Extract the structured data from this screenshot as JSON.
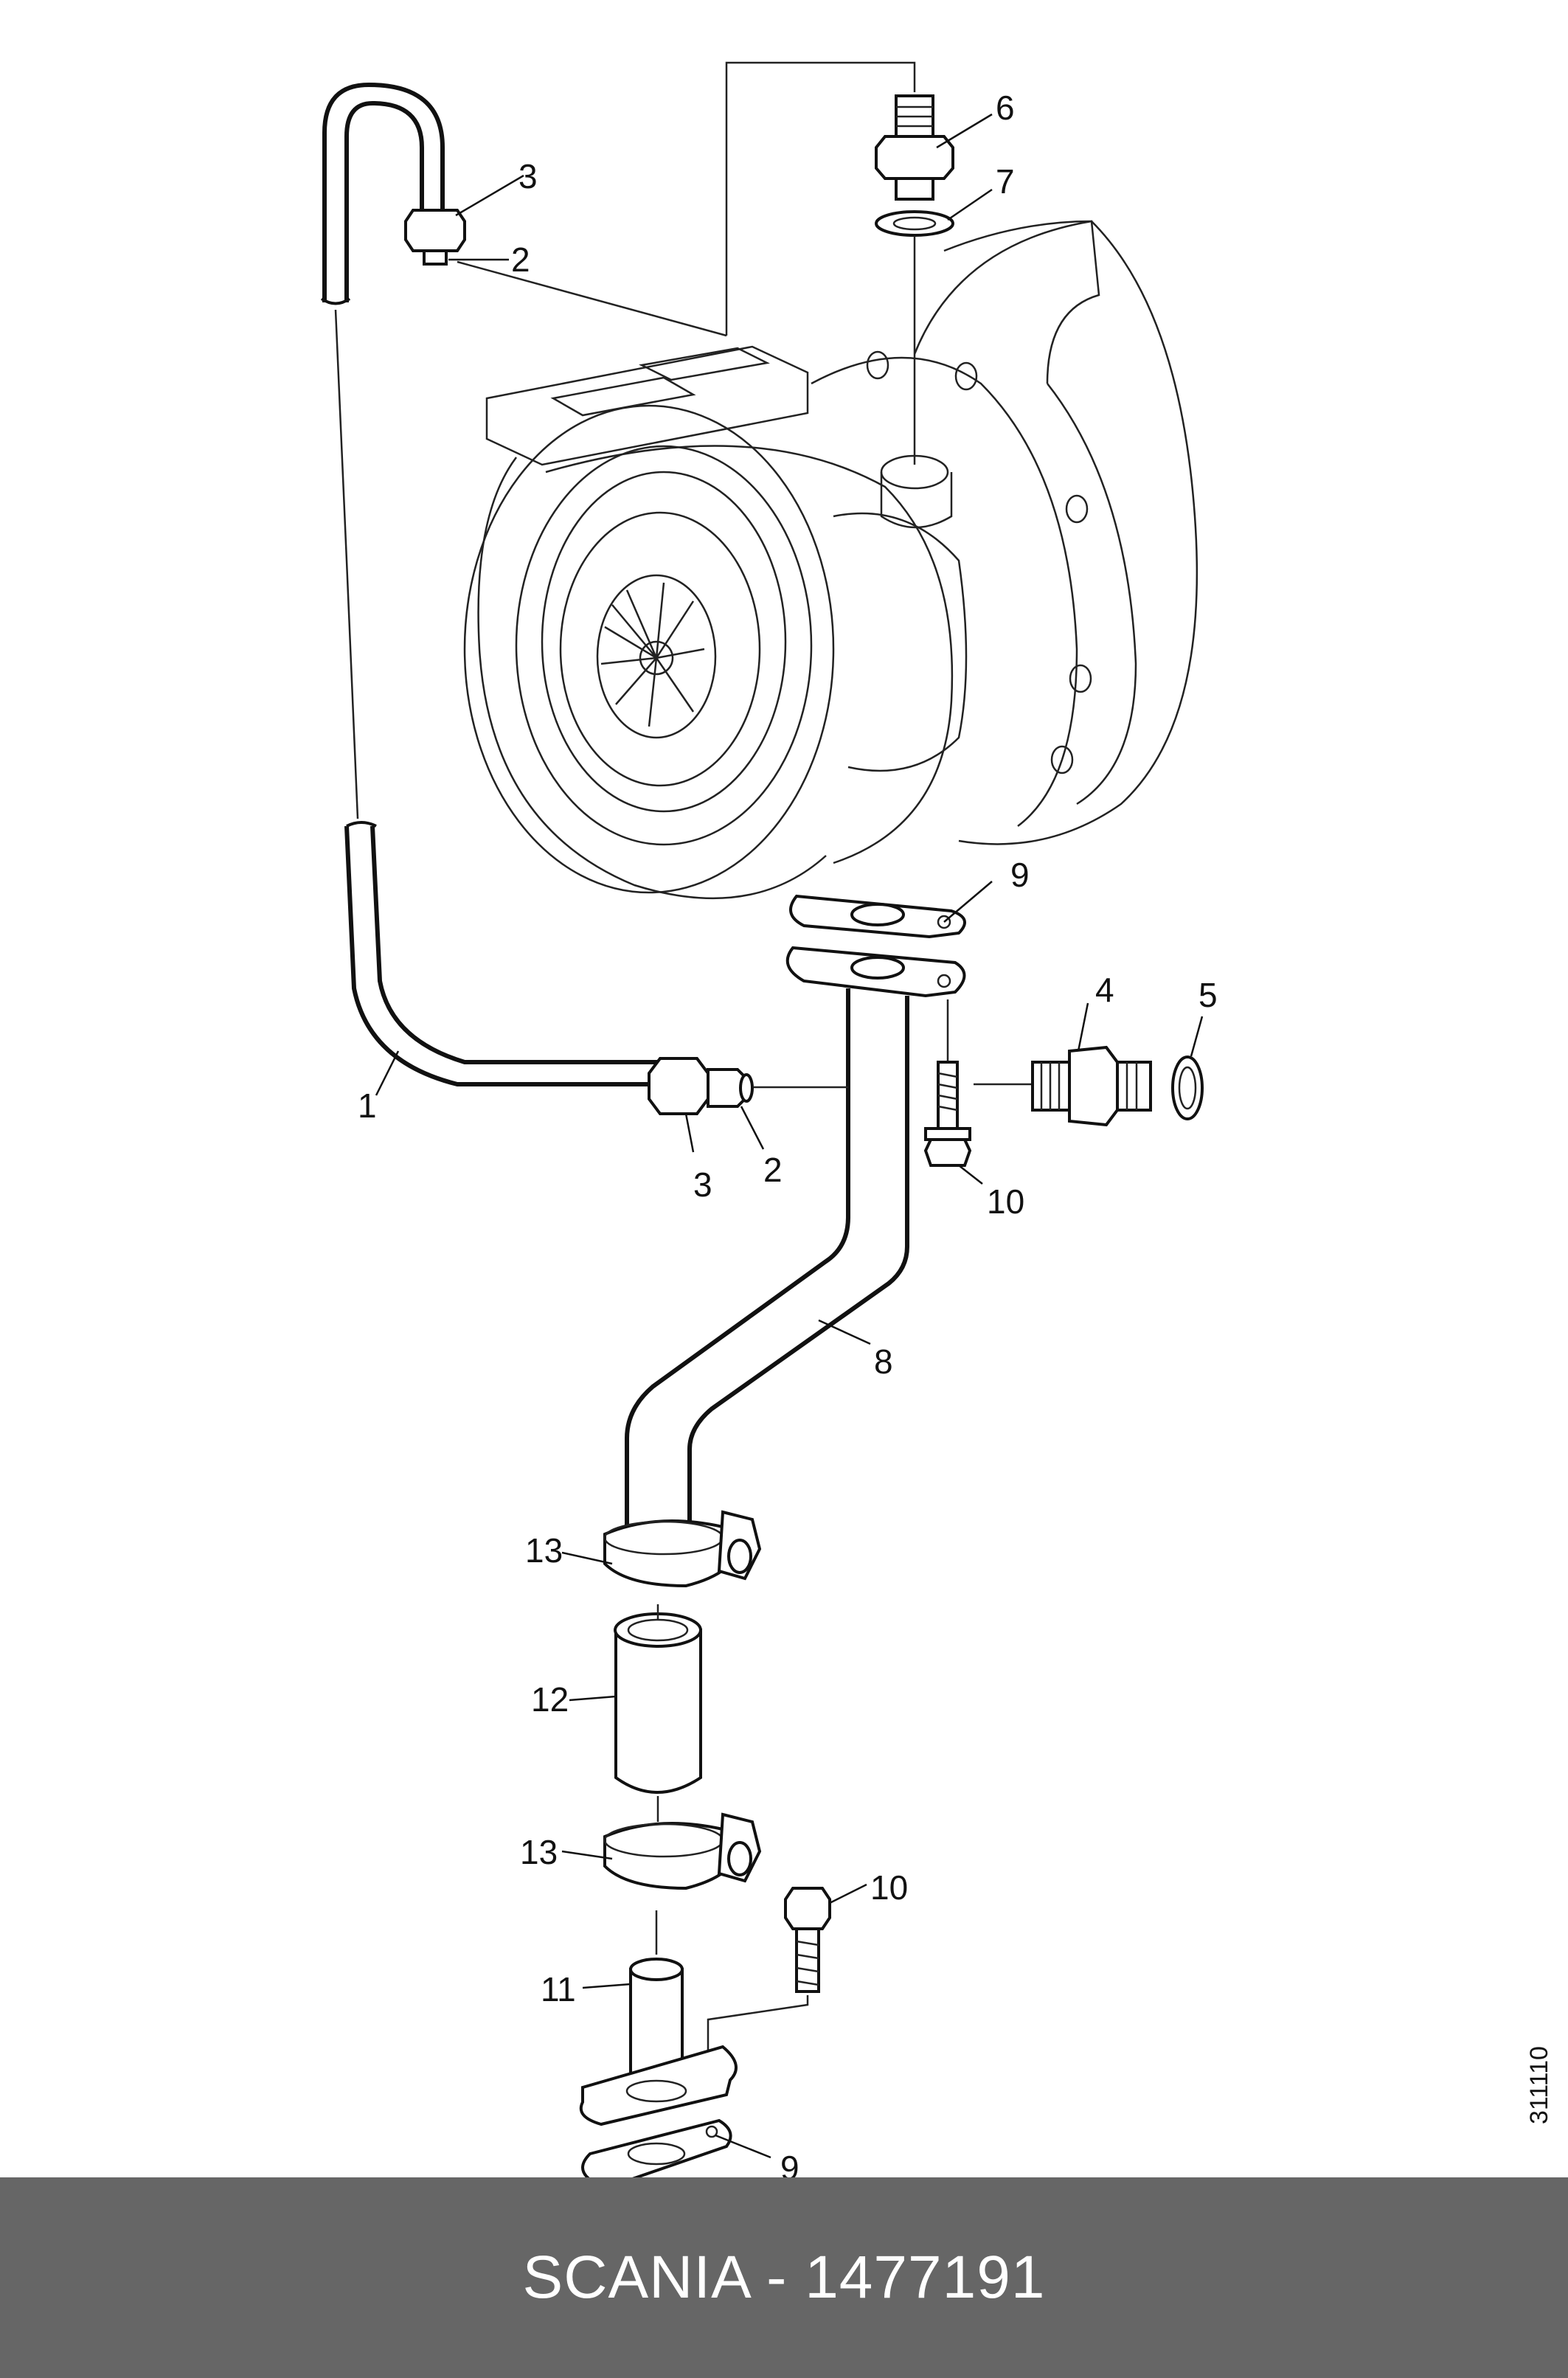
{
  "diagram": {
    "labels": [
      {
        "id": "p1",
        "text": "1"
      },
      {
        "id": "p2a",
        "text": "2"
      },
      {
        "id": "p2b",
        "text": "2"
      },
      {
        "id": "p3a",
        "text": "3"
      },
      {
        "id": "p3b",
        "text": "3"
      },
      {
        "id": "p4",
        "text": "4"
      },
      {
        "id": "p5",
        "text": "5"
      },
      {
        "id": "p6",
        "text": "6"
      },
      {
        "id": "p7",
        "text": "7"
      },
      {
        "id": "p8",
        "text": "8"
      },
      {
        "id": "p9a",
        "text": "9"
      },
      {
        "id": "p9b",
        "text": "9"
      },
      {
        "id": "p10a",
        "text": "10"
      },
      {
        "id": "p10b",
        "text": "10"
      },
      {
        "id": "p11",
        "text": "11"
      },
      {
        "id": "p12",
        "text": "12"
      },
      {
        "id": "p13a",
        "text": "13"
      },
      {
        "id": "p13b",
        "text": "13"
      }
    ],
    "doc_number": "311110"
  },
  "footer": {
    "text": "SCANIA - 1477191"
  },
  "colors": {
    "footer_bg": "#666666",
    "footer_text": "#ffffff",
    "line": "#111111"
  }
}
